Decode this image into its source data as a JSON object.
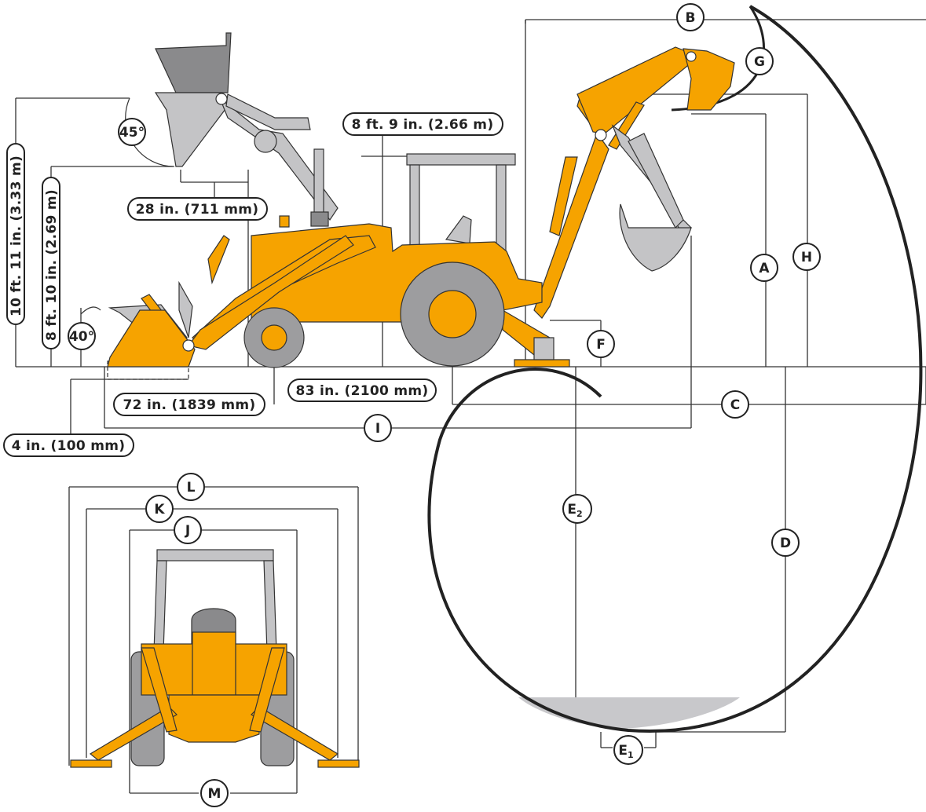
{
  "labels": {
    "bucket_lift_height": "10 ft. 11 in. (3.33 m)",
    "dump_height": "8 ft. 10 in. (2.69 m)",
    "dump_reach": "28 in. (711 mm)",
    "cab_height": "8 ft. 9 in. (2.66 m)",
    "wheelbase_front": "72 in. (1839 mm)",
    "wheelbase_rear": "83 in. (2100 mm)",
    "dig_depth": "4 in. (100 mm)",
    "dump_angle": "45°",
    "rollback_angle": "40°"
  },
  "dimension_letters": {
    "A": "A",
    "B": "B",
    "C": "C",
    "D": "D",
    "E1_base": "E",
    "E1_sub": "1",
    "E2_base": "E",
    "E2_sub": "2",
    "F": "F",
    "G": "G",
    "H": "H",
    "I": "I",
    "J": "J",
    "K": "K",
    "L": "L",
    "M": "M"
  },
  "colors": {
    "machine": "#f6a300",
    "attachment": "#c4c4c6",
    "tire": "#9d9d9f",
    "dig_floor": "#c8c8cb",
    "line": "#333333"
  }
}
